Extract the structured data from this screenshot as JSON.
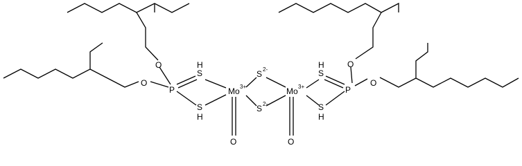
{
  "molecule": {
    "atoms": {
      "o_left_top": "O",
      "o_left_bottom": "O",
      "p_left": "P",
      "s_left_top": "S",
      "h_left_top": "H",
      "s_left_bottom": "S",
      "h_left_bottom": "H",
      "mo_left": "Mo",
      "mo_left_charge": "3+",
      "s_bridge_top": "S",
      "s_bridge_top_charge": "2-",
      "s_bridge_bottom": "S",
      "s_bridge_bottom_charge": "2-",
      "mo_right": "Mo",
      "mo_right_charge": "3+",
      "o_oxo_left": "O",
      "o_oxo_right": "O",
      "s_right_top": "S",
      "h_right_top": "H",
      "s_right_bottom": "S",
      "h_right_bottom": "H",
      "p_right": "P",
      "o_right_top": "O",
      "o_right_bottom": "O"
    }
  }
}
